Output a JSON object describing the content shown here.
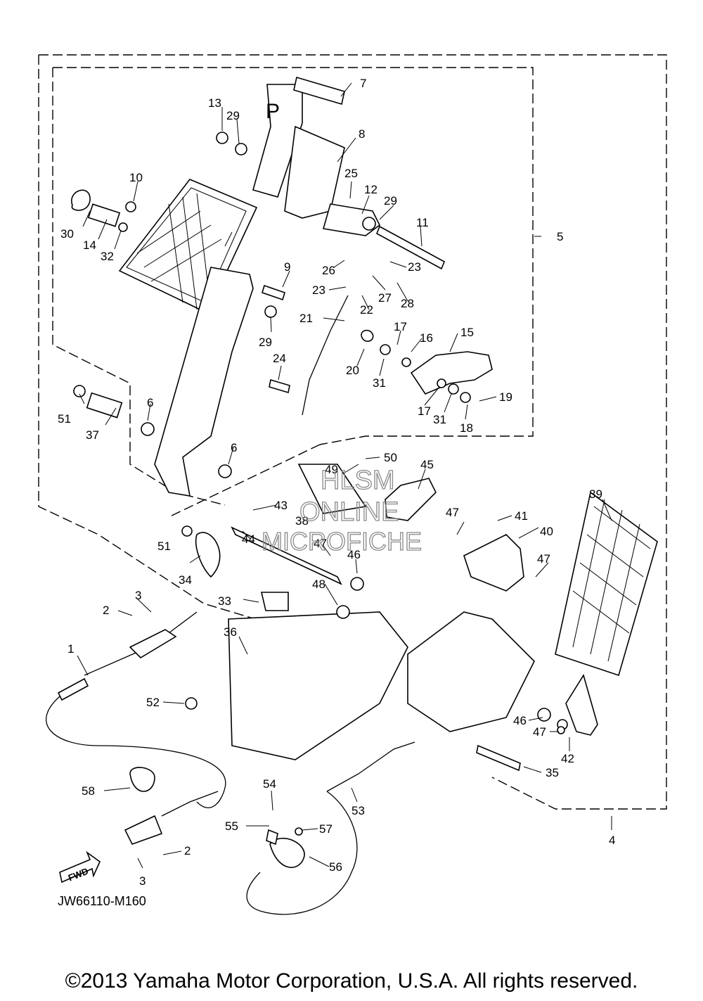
{
  "diagram": {
    "code": "JW66110-M160",
    "fwd_label": "FWD",
    "pedal_letter": "P",
    "watermark": [
      "HLSM",
      "ONLINE",
      "MICROFICHE"
    ],
    "callouts": [
      "1",
      "2",
      "2",
      "3",
      "3",
      "4",
      "5",
      "6",
      "6",
      "7",
      "8",
      "9",
      "10",
      "11",
      "12",
      "13",
      "14",
      "15",
      "16",
      "17",
      "17",
      "18",
      "19",
      "20",
      "21",
      "22",
      "23",
      "23",
      "24",
      "25",
      "26",
      "27",
      "28",
      "29",
      "29",
      "29",
      "30",
      "31",
      "31",
      "32",
      "33",
      "34",
      "35",
      "36",
      "37",
      "38",
      "39",
      "40",
      "41",
      "42",
      "43",
      "44",
      "45",
      "46",
      "46",
      "47",
      "47",
      "47",
      "47",
      "48",
      "49",
      "50",
      "51",
      "51",
      "52",
      "53",
      "54",
      "55",
      "56",
      "57",
      "58"
    ]
  },
  "footer": {
    "copyright": "©2013 Yamaha Motor Corporation, U.S.A. All rights reserved."
  }
}
